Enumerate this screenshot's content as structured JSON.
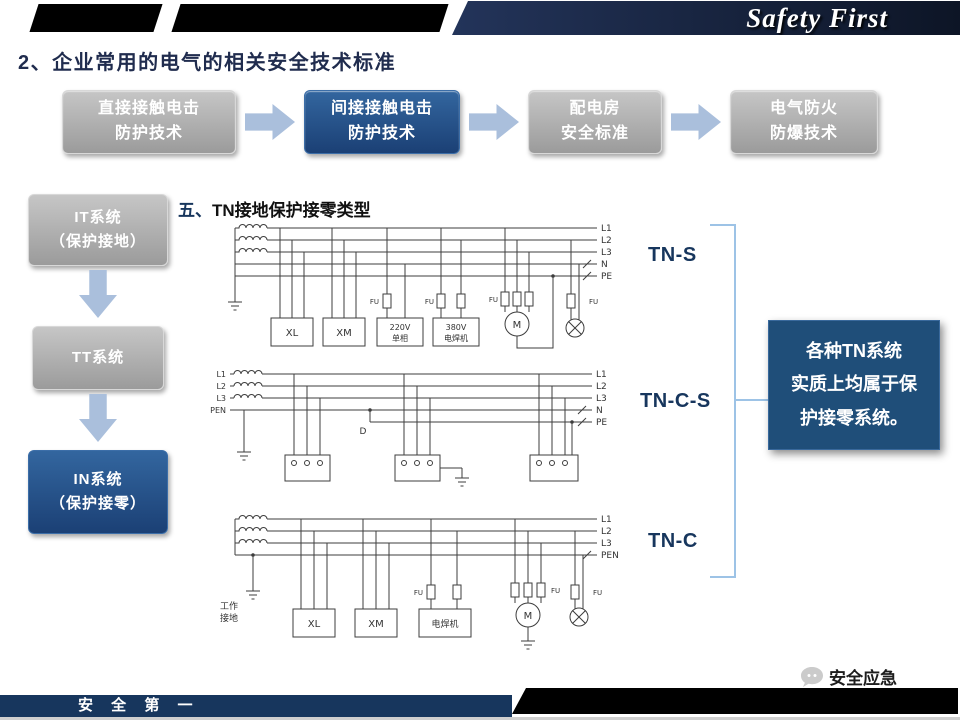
{
  "header": {
    "brand": "Safety First"
  },
  "heading": "2、企业常用的电气的相关安全技术标准",
  "flow": {
    "steps": [
      {
        "line1": "直接接触电击",
        "line2": "防护技术"
      },
      {
        "line1": "间接接触电击",
        "line2": "防护技术"
      },
      {
        "line1": "配电房",
        "line2": "安全标准"
      },
      {
        "line1": "电气防火",
        "line2": "防爆技术"
      }
    ]
  },
  "side": {
    "items": [
      {
        "line1": "IT系统",
        "line2": "（保护接地）"
      },
      {
        "line1": "TT系统",
        "line2": ""
      },
      {
        "line1": "IN系统",
        "line2": "（保护接零）"
      }
    ]
  },
  "section": {
    "prefix": "五、",
    "title": "TN接地保护接零类型"
  },
  "tns": {
    "label": "TN-S",
    "line_labels": [
      "L1",
      "L2",
      "L3",
      "N",
      "PE"
    ],
    "fu": "FU",
    "box_xl": "XL",
    "box_xm": "XM",
    "box_220_l1": "220V",
    "box_220_l2": "单相",
    "box_380_l1": "380V",
    "box_380_l2": "电焊机",
    "motor": "M"
  },
  "tncs": {
    "label": "TN-C-S",
    "left_labels": [
      "L1",
      "L2",
      "L3",
      "PEN"
    ],
    "right_labels": [
      "L1",
      "L2",
      "L3",
      "N",
      "PE"
    ],
    "split": "D"
  },
  "tnc": {
    "label": "TN-C",
    "line_labels": [
      "L1",
      "L2",
      "L3",
      "PEN"
    ],
    "fu": "FU",
    "box_xl": "XL",
    "box_xm": "XM",
    "box_welder": "电焊机",
    "motor": "M",
    "ground_l1": "工作",
    "ground_l2": "接地"
  },
  "callout": {
    "lines": [
      "各种TN系统",
      "实质上均属于保",
      "护接零系统。"
    ]
  },
  "footer": {
    "slogan": "安 全 第 一",
    "brand": "安全应急"
  },
  "colors": {
    "accent_dark_blue": "#1F4E79",
    "inactive_gray": "#A8A8A8",
    "arrow_blue": "#AABFDC",
    "bracket_blue": "#9DC3E6",
    "footer_navy": "#17365D"
  }
}
